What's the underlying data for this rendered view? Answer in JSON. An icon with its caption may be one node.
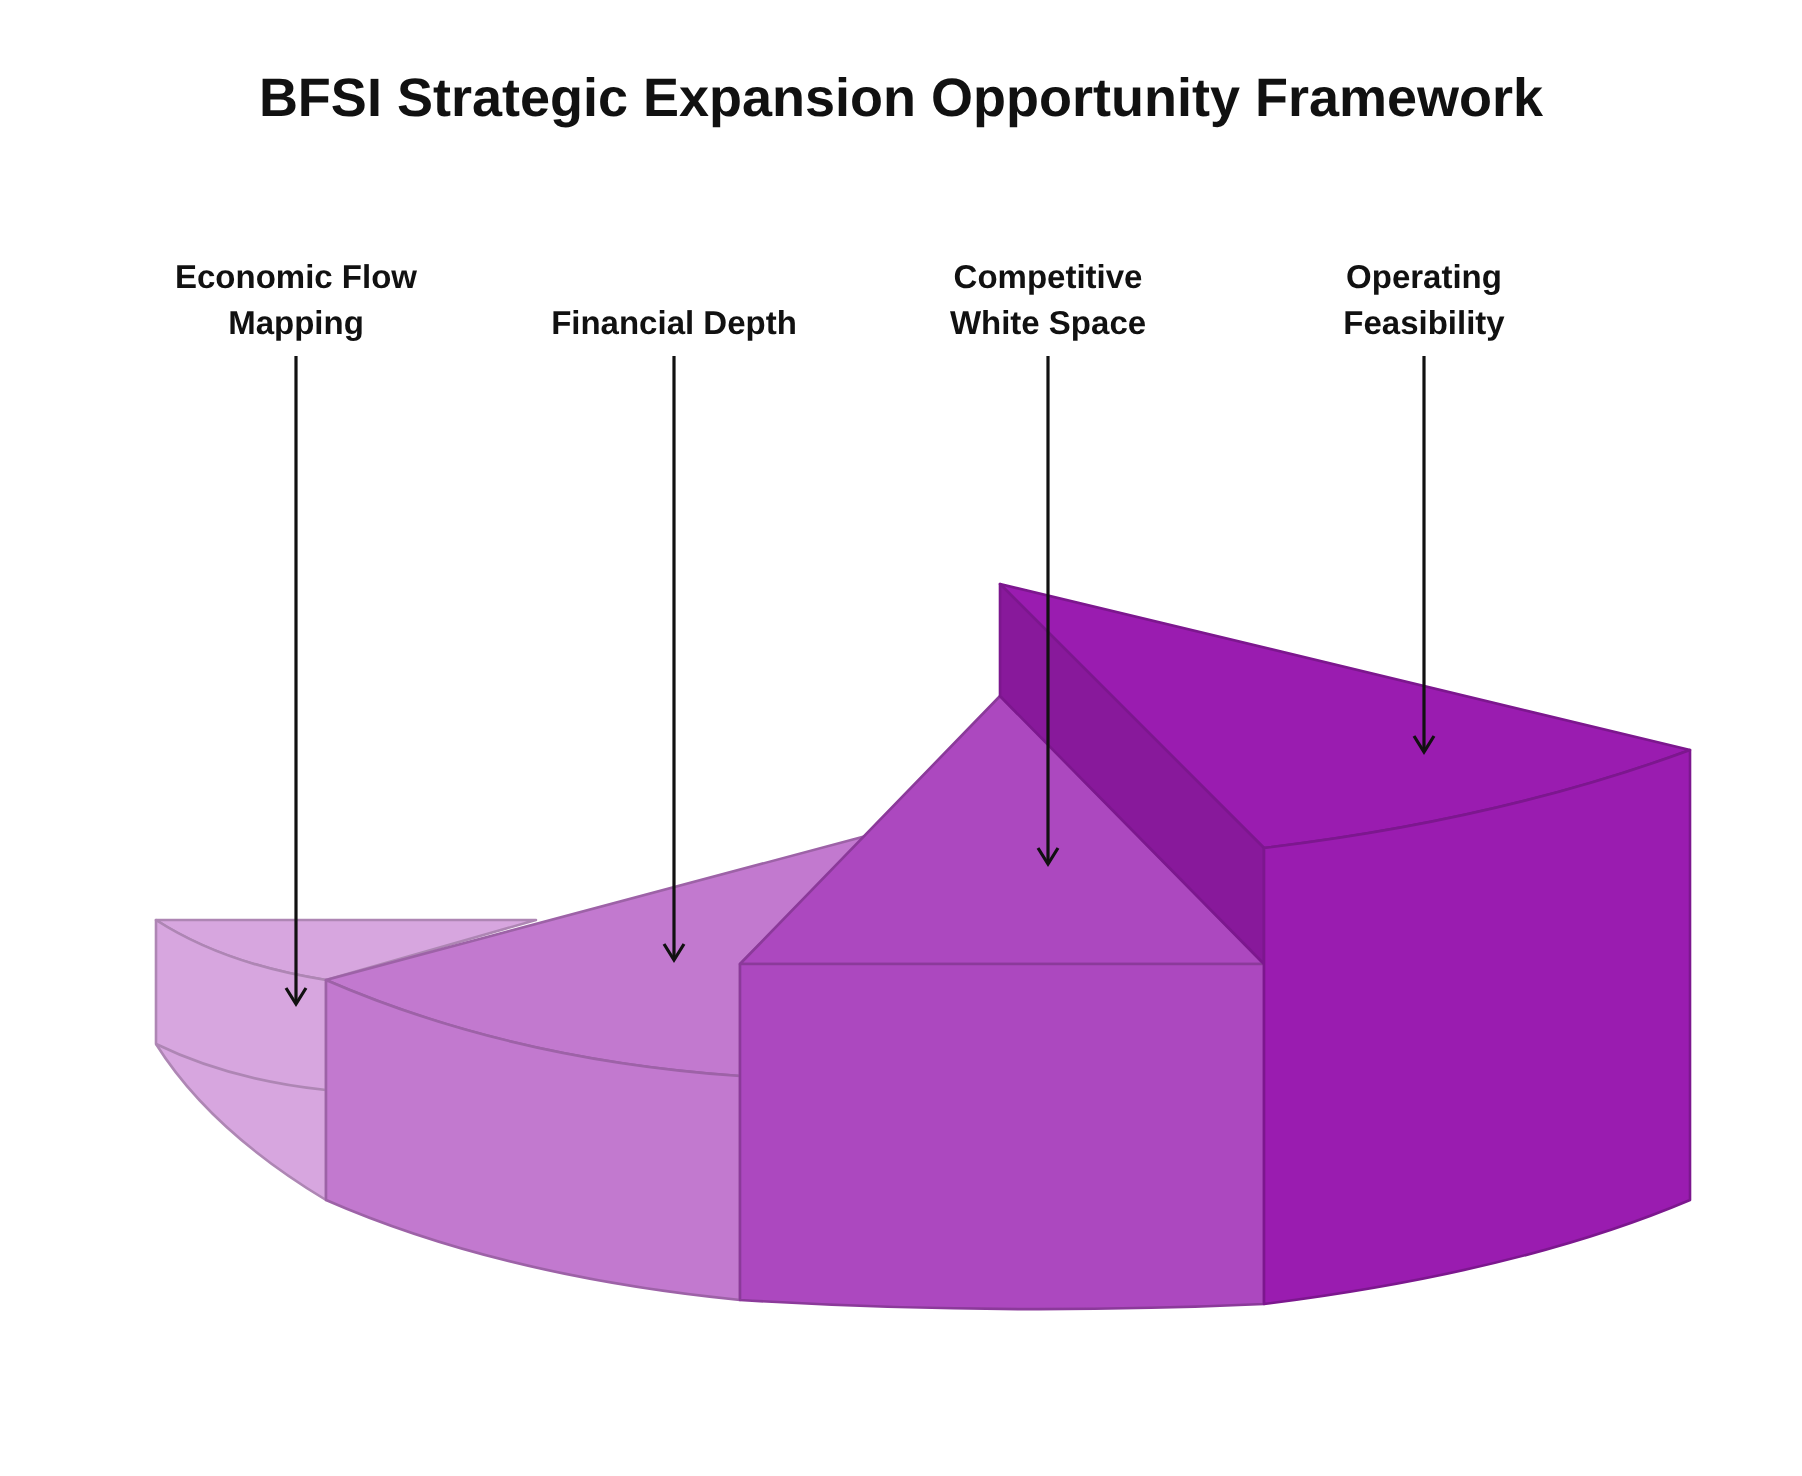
{
  "diagram": {
    "title": "BFSI Strategic Expansion Opportunity Framework",
    "nodes": [
      {
        "text": [
          "Economic Flow Mapping"
        ]
      },
      {
        "text": [
          "Financial Depth"
        ]
      },
      {
        "text": [
          "Competitive White Space"
        ]
      },
      {
        "text": [
          "Operating Feasibility"
        ]
      },
      {
        "text": [],
        "shape": "wedge"
      },
      {
        "text": [],
        "shape": "wedge"
      },
      {
        "text": [],
        "shape": "wedge"
      },
      {
        "text": [],
        "shape": "wedge"
      }
    ],
    "edges": [
      {
        "from": 0,
        "to": 4,
        "arrow": "to"
      },
      {
        "from": 1,
        "to": 5,
        "arrow": "to"
      },
      {
        "from": 2,
        "to": 6,
        "arrow": "to"
      },
      {
        "from": 3,
        "to": 7,
        "arrow": "to"
      }
    ]
  }
}
